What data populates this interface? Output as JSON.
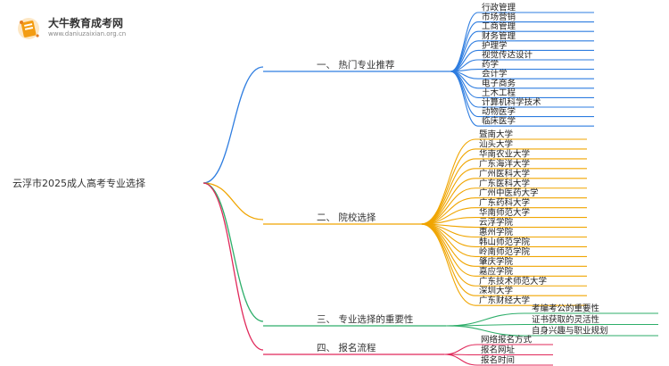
{
  "logo": {
    "name": "大牛教育成考网",
    "url": "www.daniuzaixian.org.cn"
  },
  "root": "云浮市2025成人高考专业选择",
  "branches": [
    {
      "label": "一、 热门专业推荐",
      "color": "#2e7de0",
      "children": [
        "行政管理",
        "市场营销",
        "工商管理",
        "财务管理",
        "护理学",
        "视觉传达设计",
        "药学",
        "会计学",
        "电子商务",
        "土木工程",
        "计算机科学技术",
        "动物医学",
        "临床医学"
      ]
    },
    {
      "label": "二、 院校选择",
      "color": "#f0a500",
      "children": [
        "暨南大学",
        "汕头大学",
        "华南农业大学",
        "广东海洋大学",
        "广州医科大学",
        "广东医科大学",
        "广州中医药大学",
        "广东药科大学",
        "华南师范大学",
        "云浮学院",
        "惠州学院",
        "韩山师范学院",
        "岭南师范学院",
        "肇庆学院",
        "嘉应学院",
        "广东技术师范大学",
        "深圳大学",
        "广东财经大学"
      ]
    },
    {
      "label": "三、 专业选择的重要性",
      "color": "#2eae6a",
      "children": [
        "考编考公的重要性",
        "证书获取的灵活性",
        "自身兴趣与职业规划"
      ]
    },
    {
      "label": "四、 报名流程",
      "color": "#e0285a",
      "children": [
        "网络报名方式",
        "报名网址",
        "报名时间"
      ]
    }
  ]
}
